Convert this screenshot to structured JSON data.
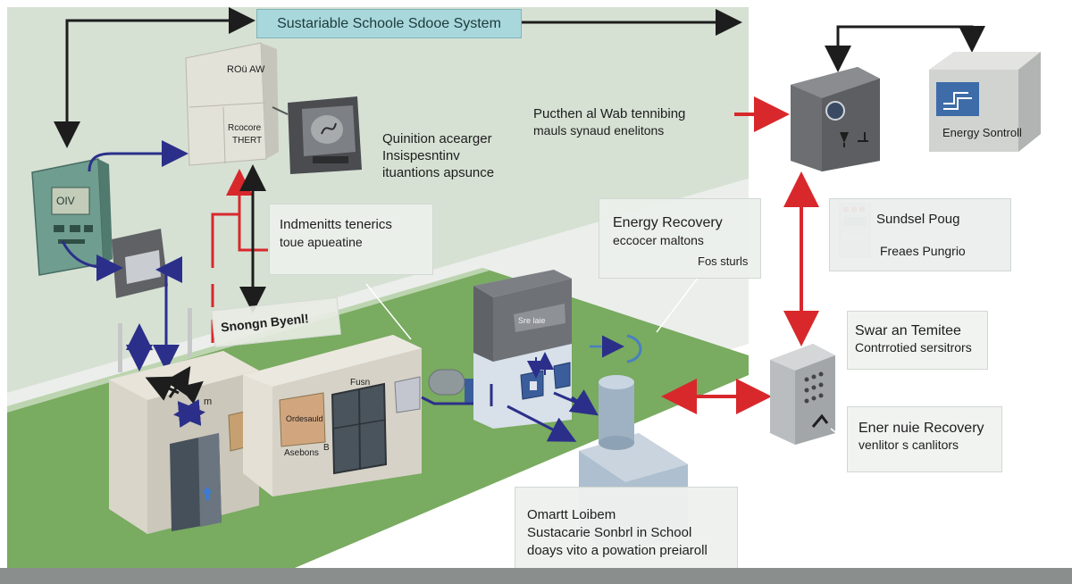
{
  "title": "Sustariable Schoole Sdooe System",
  "colors": {
    "sky": "#d5e0d3",
    "floor": "#e9ece8",
    "grass": "#76a95e",
    "arrow_red": "#d8282c",
    "arrow_blue": "#2b2f8a",
    "arrow_black": "#1d1d1d"
  },
  "left_unit": {
    "top_label": "ROü AW",
    "sub_label_1": "Rcocore",
    "sub_label_2": "THERT",
    "panel_label": "OIV"
  },
  "quinition": {
    "line1": "Quinition acearger",
    "line2": "Insispesntinv",
    "line3": "ituantions apsunce"
  },
  "indmenitts": {
    "line1": "Indmenitts tenerics",
    "line2": "toue apueatine"
  },
  "snongn": "Snongn Byenl!",
  "puicthen": {
    "line1": "Pucthen al Wab tennibing",
    "line2": "mauls synaud enelitons"
  },
  "energy_recovery": {
    "title": "Energy Recovery",
    "line2": "eccocer maltons",
    "line3": "Fos sturls"
  },
  "energy_control": "Energy Sontroll",
  "sundsel": {
    "line1": "Sundsel Poug",
    "line2": "Freaes Pungrio"
  },
  "swar": {
    "line1": "Swar an Temitee",
    "line2": "Contrrotied sersitrors"
  },
  "ener_nuie": {
    "line1": "Ener nuie Recovery",
    "line2": "venlitor s canlitors"
  },
  "omartt": {
    "line1": "Omartt Loibem",
    "line2": "Sustacarie Sonbrl in School",
    "line3": "doays vito a powation preiaroll"
  },
  "building_labels": {
    "left_m": "m",
    "sign": "Fusn",
    "poster": "Ordesauld",
    "asebons": "Asebons",
    "asebons_mark": "B",
    "tower_label": "Sre laie"
  }
}
